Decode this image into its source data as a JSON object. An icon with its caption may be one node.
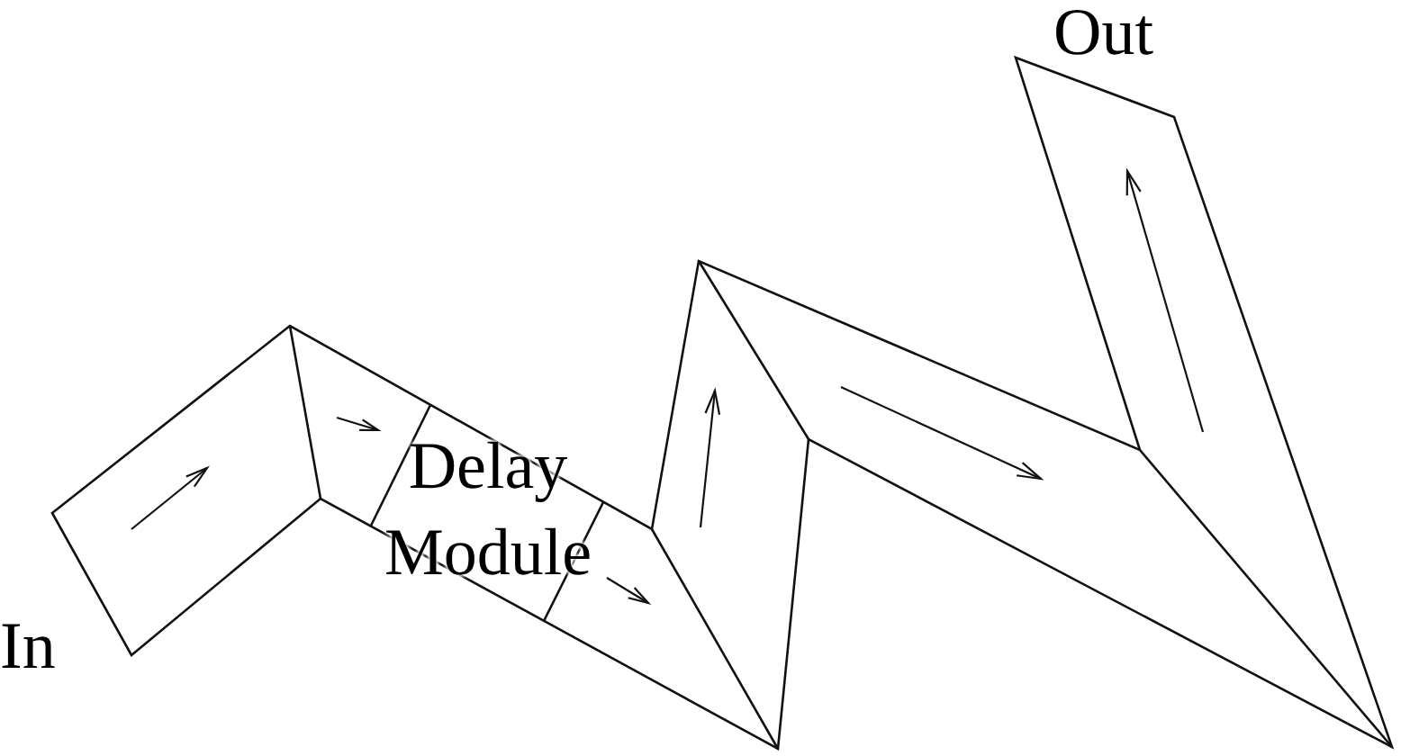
{
  "diagram": {
    "labels": [
      "Out",
      "Delay Module",
      "In"
    ]
  }
}
